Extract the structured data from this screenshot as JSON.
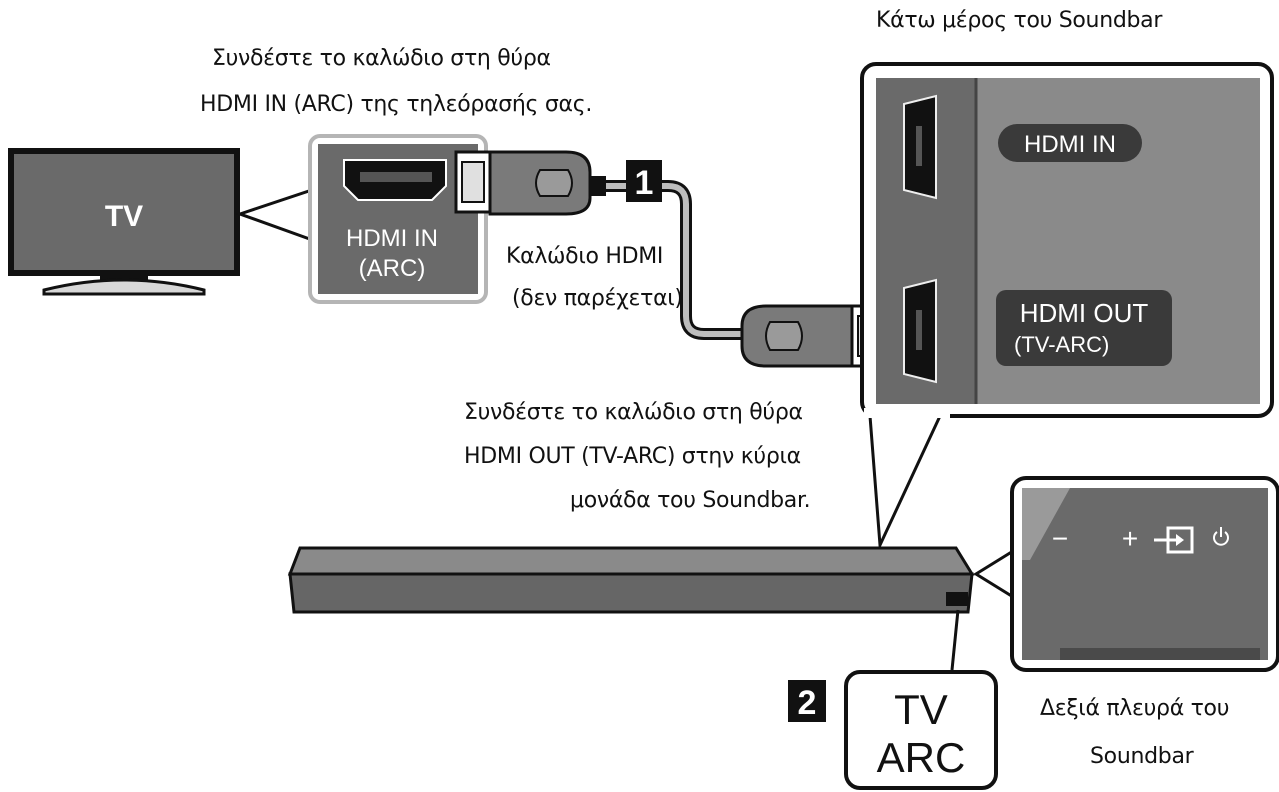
{
  "captions": {
    "soundbar_bottom": "Κάτω μέρος του Soundbar",
    "tv_port_line1": "Συνδέστε το καλώδιο στη θύρα",
    "tv_port_line2": "HDMI IN (ARC) της τηλεόρασής σας.",
    "cable_line1": "Καλώδιο HDMI",
    "cable_line2": "(δεν παρέχεται)",
    "soundbar_port_line1": "Συνδέστε το καλώδιο στη θύρα",
    "soundbar_port_line2": "HDMI OUT (TV-ARC) στην κύρια",
    "soundbar_port_line3": "μονάδα του Soundbar.",
    "right_side_line1": "Δεξιά πλευρά του",
    "right_side_line2": "Soundbar"
  },
  "tv": {
    "label": "TV"
  },
  "tv_port": {
    "line1": "HDMI IN",
    "line2": "(ARC)"
  },
  "soundbar_ports": {
    "in_label": "HDMI IN",
    "out_label": "HDMI OUT",
    "out_sub": "(TV-ARC)"
  },
  "steps": {
    "one": "1",
    "two": "2"
  },
  "display": {
    "line1": "TV",
    "line2": "ARC"
  },
  "side_buttons": {
    "minus": "−",
    "plus": "+"
  },
  "icons": {
    "tv": "tv-icon",
    "hdmi_port": "hdmi-port-icon",
    "hdmi_plug": "hdmi-plug-icon",
    "input_source": "input-source-icon",
    "power": "power-icon"
  },
  "colors": {
    "panel_dark": "#636363",
    "panel_mid": "#8a8a8a",
    "label_pill": "#3a3a3a",
    "outline": "#111111"
  }
}
